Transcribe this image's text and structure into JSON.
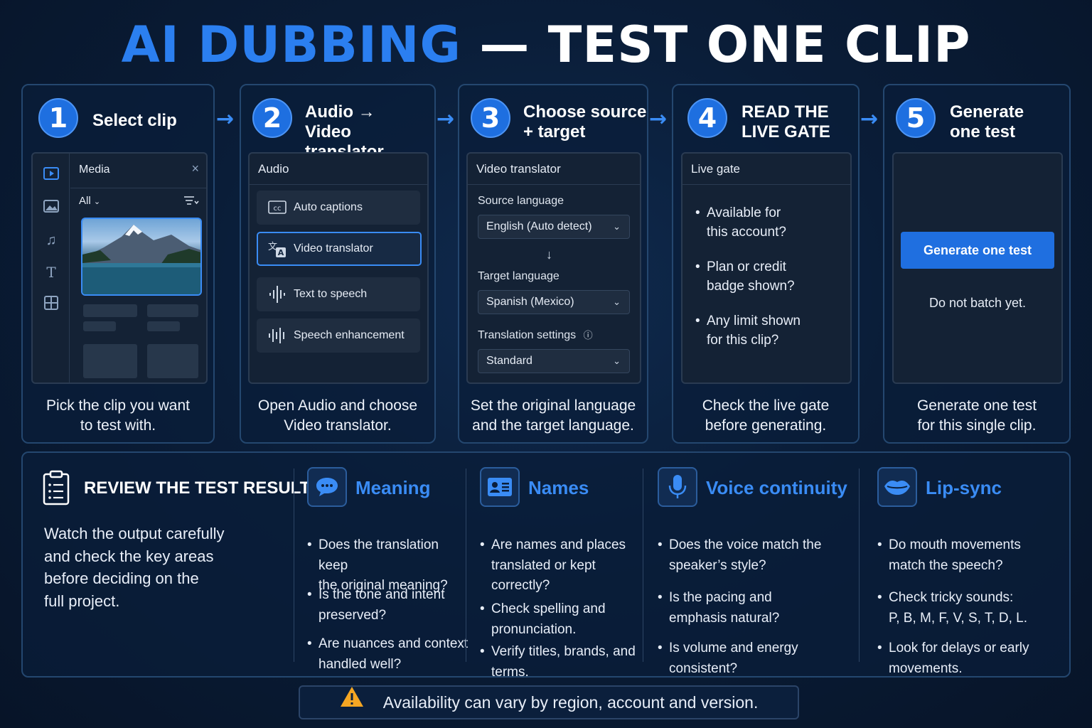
{
  "title": {
    "part1": "AI DUBBING",
    "part2": "— TEST ONE CLIP"
  },
  "colors": {
    "accent": "#2b7ff0",
    "background": "#0a1d38",
    "warning": "#f5a623"
  },
  "steps": [
    {
      "number": "1",
      "title": "Select clip",
      "caption_l1": "Pick the clip you want",
      "caption_l2": "to test with."
    },
    {
      "number": "2",
      "title_l1": "Audio →",
      "title_l2": "Video translator",
      "caption_l1": "Open Audio and choose",
      "caption_l2": "Video translator."
    },
    {
      "number": "3",
      "title_l1": "Choose source",
      "title_l2": "+ target",
      "caption_l1": "Set the original language",
      "caption_l2": "and the target language."
    },
    {
      "number": "4",
      "title_l1": "READ THE",
      "title_l2": "LIVE GATE",
      "caption_l1": "Check the live gate",
      "caption_l2": "before generating."
    },
    {
      "number": "5",
      "title_l1": "Generate",
      "title_l2": "one test",
      "caption_l1": "Generate one test",
      "caption_l2": "for this single clip."
    }
  ],
  "media_panel": {
    "header": "Media",
    "filter": "All",
    "icons": [
      "video-icon",
      "image-icon",
      "music-icon",
      "text-icon",
      "grid-icon"
    ]
  },
  "audio_panel": {
    "header": "Audio",
    "items": [
      {
        "label": "Auto captions",
        "icon": "cc-icon"
      },
      {
        "label": "Video translator",
        "icon": "translate-icon",
        "selected": true
      },
      {
        "label": "Text to speech",
        "icon": "waveform-icon"
      },
      {
        "label": "Speech enhancement",
        "icon": "speech-wave-icon"
      }
    ]
  },
  "translator_panel": {
    "header": "Video translator",
    "source_label": "Source language",
    "source_value": "English (Auto detect)",
    "target_label": "Target language",
    "target_value": "Spanish (Mexico)",
    "settings_label": "Translation settings",
    "settings_value": "Standard"
  },
  "gate_panel": {
    "header": "Live gate",
    "items": [
      {
        "l1": "Available for",
        "l2": "this account?"
      },
      {
        "l1": "Plan or credit",
        "l2": "badge shown?"
      },
      {
        "l1": "Any limit shown",
        "l2": "for this clip?"
      }
    ]
  },
  "generate_panel": {
    "button": "Generate one test",
    "note": "Do not batch yet."
  },
  "review": {
    "title": "REVIEW THE TEST RESULT",
    "text_lines": [
      "Watch the output carefully",
      "and check the key areas",
      "before deciding on the",
      "full project."
    ],
    "columns": [
      {
        "heading": "Meaning",
        "icon": "chat-bubble-icon",
        "bullets": [
          [
            "Does the translation keep",
            "the original meaning?"
          ],
          [
            "Is the tone and intent",
            "preserved?"
          ],
          [
            "Are nuances and context",
            "handled well?"
          ]
        ]
      },
      {
        "heading": "Names",
        "icon": "id-card-icon",
        "bullets": [
          [
            "Are names and places",
            "translated or kept",
            "correctly?"
          ],
          [
            "Check spelling and",
            "pronunciation."
          ],
          [
            "Verify titles, brands, and",
            "terms."
          ]
        ]
      },
      {
        "heading": "Voice continuity",
        "icon": "microphone-icon",
        "bullets": [
          [
            "Does the voice match the",
            "speaker’s style?"
          ],
          [
            "Is the pacing and",
            "emphasis natural?"
          ],
          [
            "Is volume and energy",
            "consistent?"
          ]
        ]
      },
      {
        "heading": "Lip-sync",
        "icon": "lips-icon",
        "bullets": [
          [
            "Do mouth movements",
            "match the speech?"
          ],
          [
            "Check tricky sounds:",
            "P, B, M, F, V, S, T, D, L."
          ],
          [
            "Look for delays or early",
            "movements."
          ]
        ]
      }
    ]
  },
  "footer_note": "Availability can vary by region, account and version."
}
